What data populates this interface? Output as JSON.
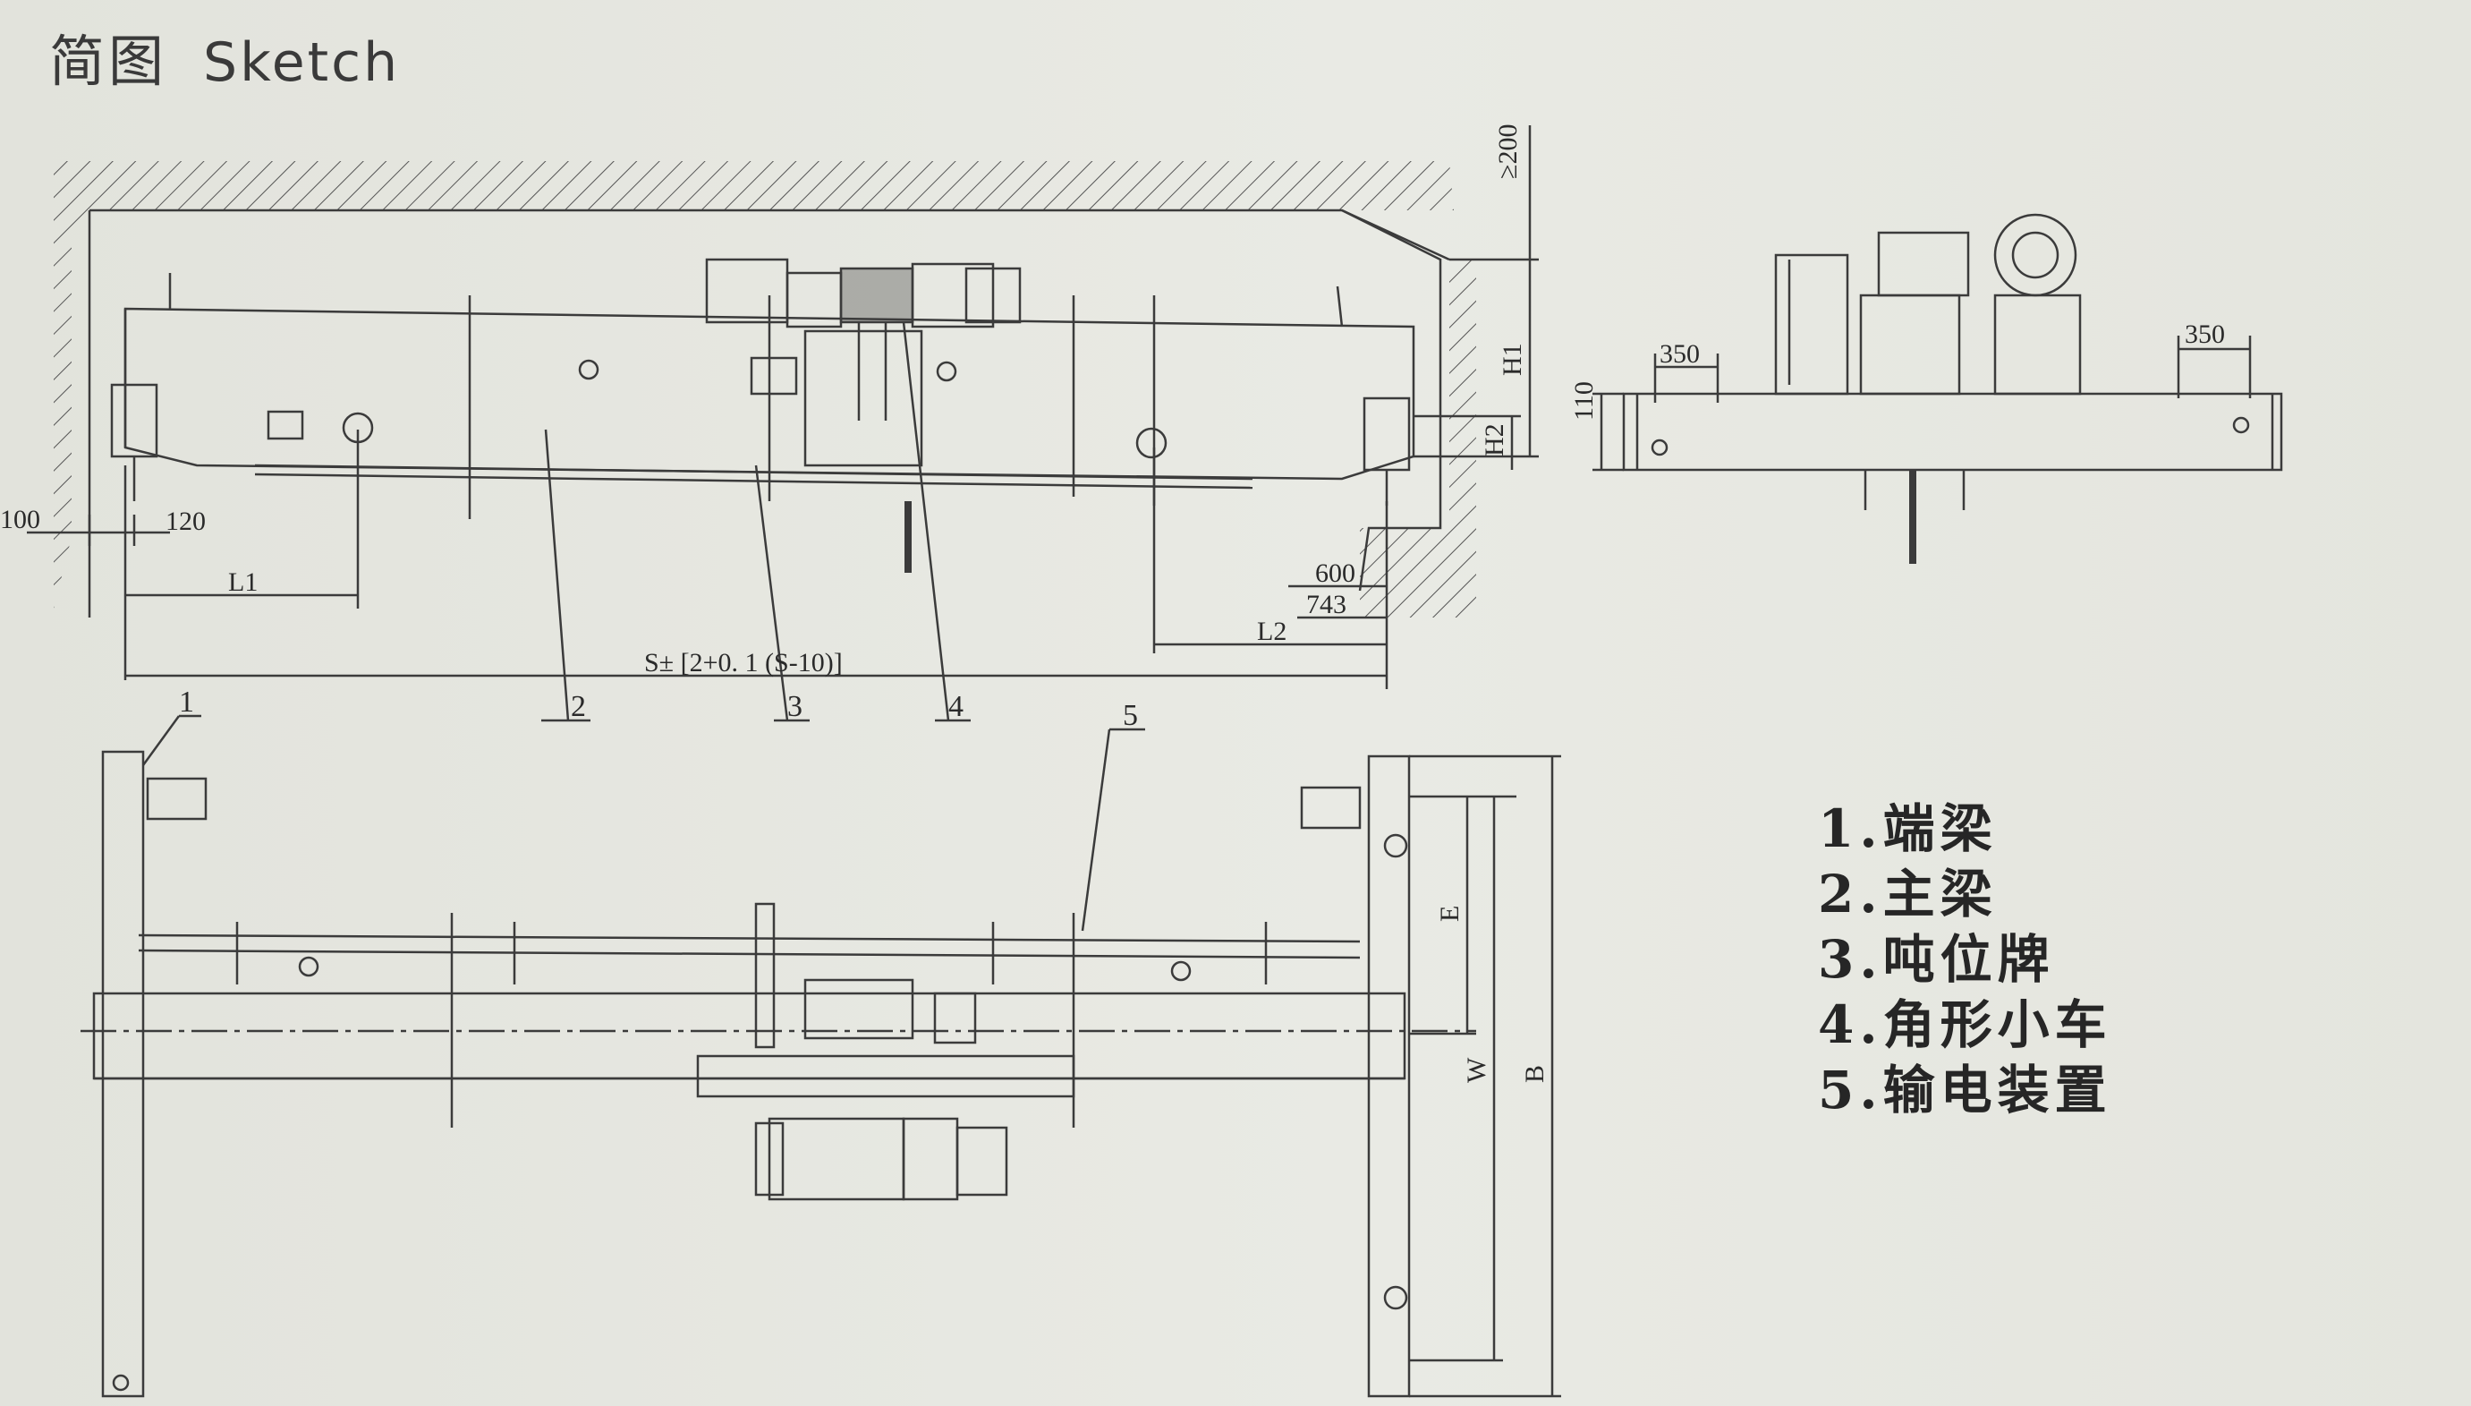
{
  "title": {
    "zh": "简图",
    "en": "Sketch"
  },
  "dimensions": {
    "top_clearance": "≥200",
    "h1": "H1",
    "h2": "H2",
    "dim_110": "110",
    "dim_350_left": "350",
    "dim_350_right": "350",
    "dim_100": "100",
    "dim_120": "120",
    "l1": "L1",
    "l2": "L2",
    "dim_600": "600",
    "dim_743": "743",
    "span_formula": "S± [2+0. 1 (S-10)]",
    "e": "E",
    "w": "W",
    "b": "B"
  },
  "part_numbers": [
    "1",
    "2",
    "3",
    "4",
    "5"
  ],
  "legend": [
    {
      "num": "1.",
      "name": "端梁"
    },
    {
      "num": "2.",
      "name": "主梁"
    },
    {
      "num": "3.",
      "name": "吨位牌"
    },
    {
      "num": "4.",
      "name": "角形小车"
    },
    {
      "num": "5.",
      "name": "输电装置"
    }
  ],
  "colors": {
    "line": "#3b3b3b",
    "hatch": "#555555",
    "paper": "#e6e6e0"
  }
}
